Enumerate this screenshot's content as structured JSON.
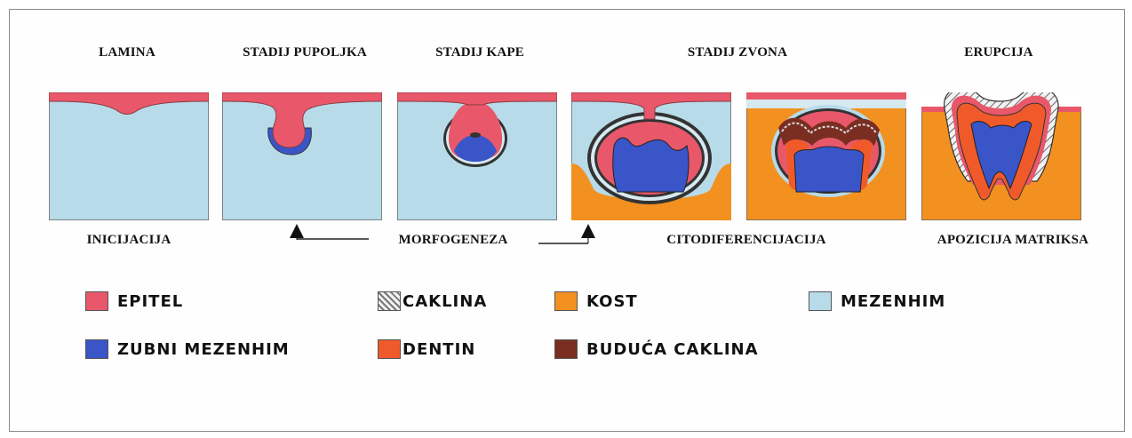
{
  "stages_top": [
    "LAMINA",
    "STADIJ PUPOLJKA",
    "STADIJ KAPE",
    "STADIJ ZVONA",
    "ERUPCIJA"
  ],
  "stages_bottom": [
    "INICIJACIJA",
    "MORFOGENEZA",
    "CITODIFERENCIJACIJA",
    "APOZICIJA MATRIKSA"
  ],
  "legend": [
    {
      "label": "EPITEL",
      "color": "#e8586a"
    },
    {
      "label": "CAKLINA",
      "color": "hatched"
    },
    {
      "label": "KOST",
      "color": "#f29120"
    },
    {
      "label": "MEZENHIM",
      "color": "#b7dbe8"
    },
    {
      "label": "ZUBNI MEZENHIM",
      "color": "#3a55c7"
    },
    {
      "label": "DENTIN",
      "color": "#f05a2a"
    },
    {
      "label": "BUDUĆA CAKLINA",
      "color": "#7a2e22"
    }
  ],
  "colors": {
    "epitel": "#e8586a",
    "mezenhim": "#b7dbe8",
    "zubni_mezenhim": "#3a55c7",
    "kost": "#f29120",
    "dentin": "#f05a2a",
    "buduca_caklina": "#7a2e22"
  }
}
